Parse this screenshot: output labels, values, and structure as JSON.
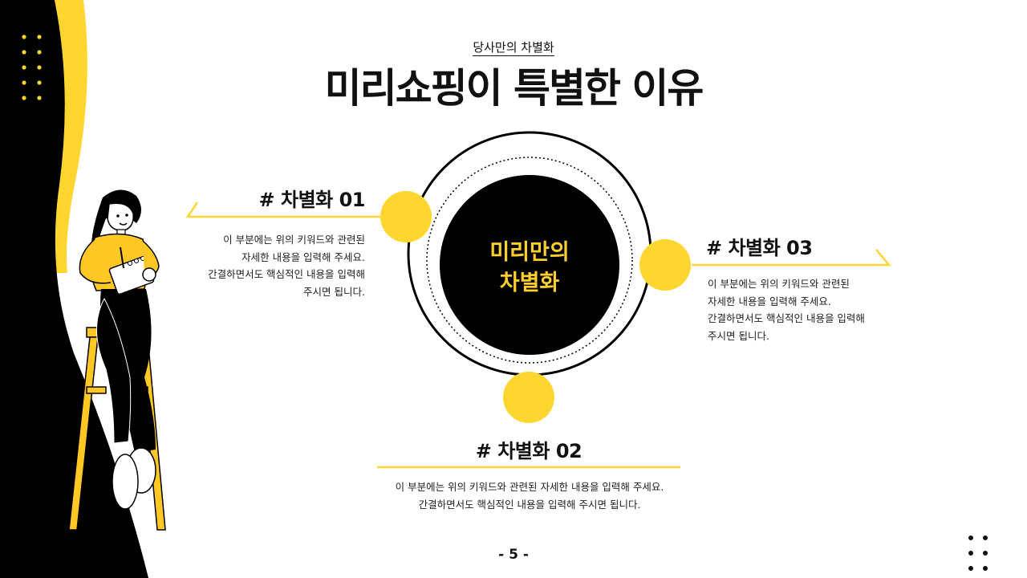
{
  "header": {
    "subtitle": "당사만의 차별화",
    "title": "미리쇼핑이 특별한 이유"
  },
  "center": {
    "line1": "미리만의",
    "line2": "차별화"
  },
  "points": [
    {
      "heading": "# 차별화 01",
      "lines": [
        "이 부분에는 위의 키워드와 관련된",
        "자세한 내용을 입력해 주세요.",
        "간결하면서도 핵심적인 내용을 입력해",
        "주시면 됩니다."
      ]
    },
    {
      "heading": "# 차별화 02",
      "lines": [
        "이 부분에는 위의 키워드와 관련된 자세한 내용을 입력해 주세요.",
        "간결하면서도 핵심적인 내용을 입력해 주시면 됩니다."
      ]
    },
    {
      "heading": "# 차별화 03",
      "lines": [
        "이 부분에는 위의 키워드와 관련된",
        "자세한 내용을 입력해 주세요.",
        "간결하면서도 핵심적인 내용을 입력해",
        "주시면 됩니다."
      ]
    }
  ],
  "footer": {
    "page_number": "- 5 -"
  },
  "colors": {
    "accent": "#ffd630",
    "dark": "#000000",
    "background": "#ffffff"
  },
  "icons": {
    "figure": "woman-sitting-on-stool-writing-illustration",
    "dots_top_left": "dot-grid-decoration",
    "dots_bottom_right": "dot-grid-decoration"
  }
}
